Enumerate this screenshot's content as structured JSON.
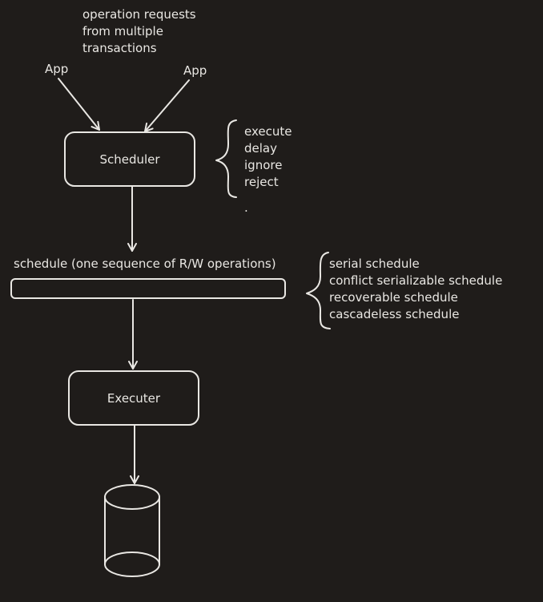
{
  "colors": {
    "background": "#1f1c1a",
    "ink": "#e9e7e3"
  },
  "header_note": [
    "operation requests",
    "from multiple",
    "transactions"
  ],
  "app_left": "App",
  "app_right": "App",
  "scheduler": {
    "label": "Scheduler"
  },
  "scheduler_actions": [
    "execute",
    "delay",
    "ignore",
    "reject",
    "."
  ],
  "schedule_label": "schedule (one sequence of R/W operations)",
  "schedule_types": [
    "serial schedule",
    "conflict serializable schedule",
    "recoverable schedule",
    "cascadeless schedule"
  ],
  "executer": {
    "label": "Executer"
  }
}
